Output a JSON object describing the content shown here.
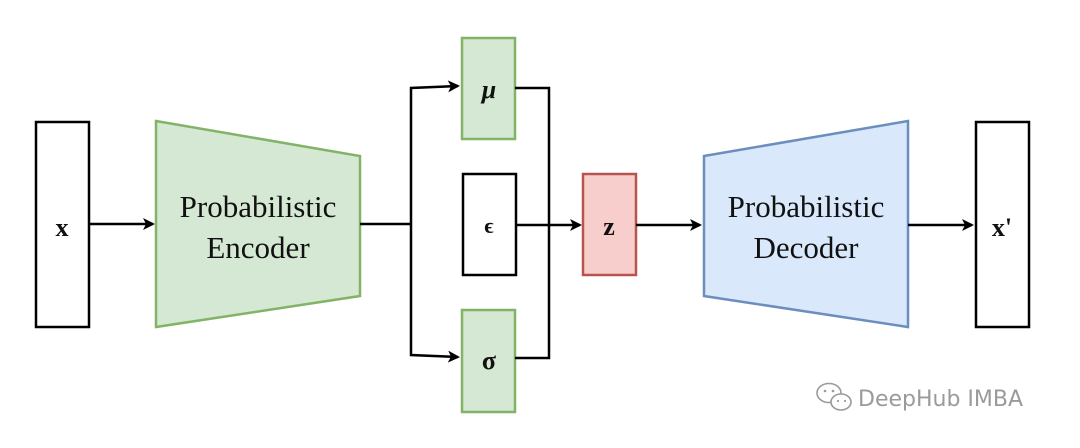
{
  "nodes": {
    "input": {
      "label": "x"
    },
    "encoder": {
      "line1": "Probabilistic",
      "line2": "Encoder"
    },
    "mu": {
      "label": "μ"
    },
    "epsilon": {
      "label": "ϵ"
    },
    "sigma": {
      "label": "σ"
    },
    "latent": {
      "label": "z"
    },
    "decoder": {
      "line1": "Probabilistic",
      "line2": "Decoder"
    },
    "output": {
      "label": "x'"
    }
  },
  "watermark": {
    "text": "DeepHub IMBA",
    "icon": "wechat-icon"
  },
  "colors": {
    "encoder_fill": "#d5e8d4",
    "encoder_stroke": "#82b366",
    "decoder_fill": "#dae8fc",
    "decoder_stroke": "#6c8ebf",
    "latent_fill": "#f8cecc",
    "latent_stroke": "#b85450",
    "line": "#000000"
  }
}
